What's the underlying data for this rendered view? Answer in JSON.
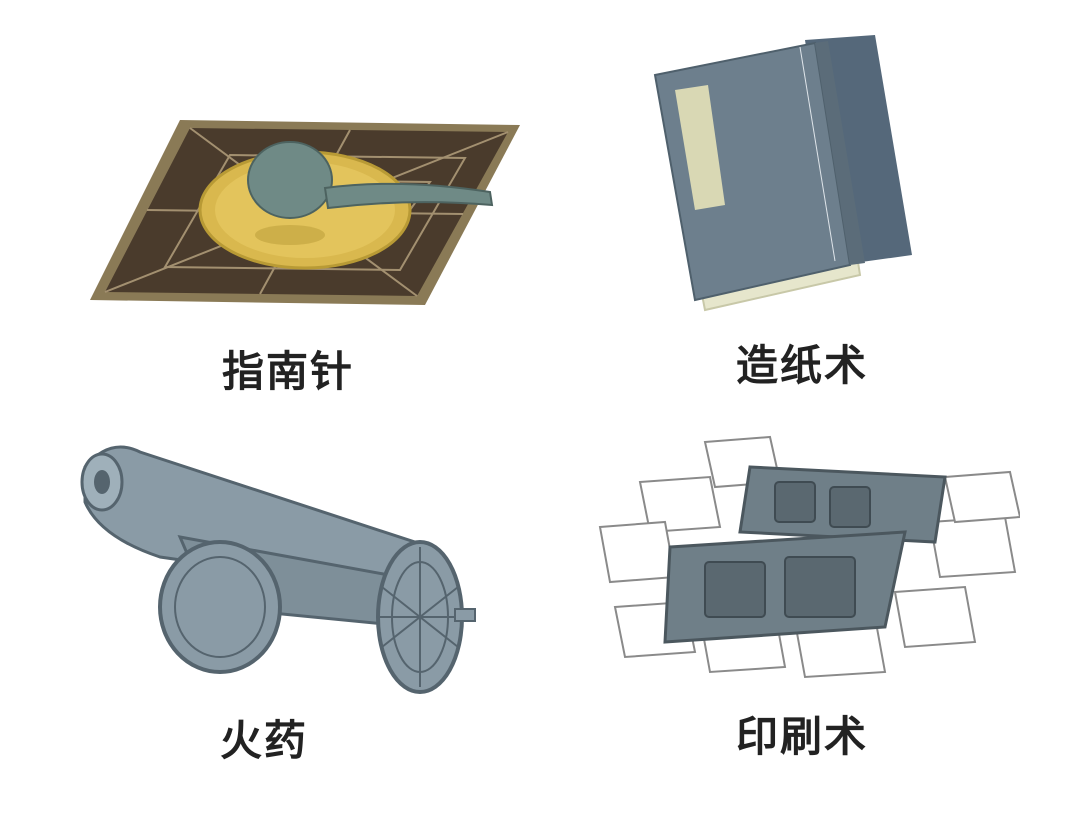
{
  "inventions": [
    {
      "id": "compass",
      "label": "指南针",
      "icon": "compass-spoon-icon"
    },
    {
      "id": "papermaking",
      "label": "造纸术",
      "icon": "book-icon"
    },
    {
      "id": "gunpowder",
      "label": "火药",
      "icon": "cannon-icon"
    },
    {
      "id": "printing",
      "label": "印刷术",
      "icon": "movable-type-icon"
    }
  ],
  "colors": {
    "compass_board": "#4a3b2c",
    "compass_rim": "#8a7a56",
    "compass_dish": "#d9b84e",
    "spoon": "#6f8a86",
    "book_cover": "#6d7f8d",
    "book_pages": "#e6e6cc",
    "cannon": "#8a9ba6",
    "type_block": "#6f7f88"
  }
}
